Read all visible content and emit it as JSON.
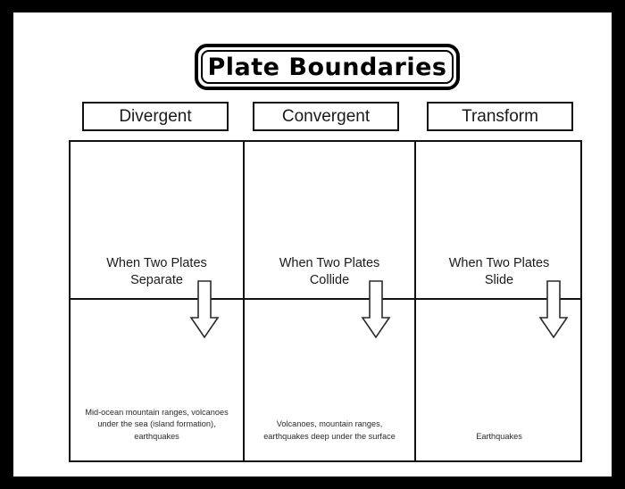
{
  "page": {
    "title": "Plate Boundaries",
    "border_color": "#000000",
    "paper_color": "#ffffff",
    "ink_color": "#111111"
  },
  "columns": [
    {
      "header": "Divergent",
      "middle": "When Two Plates Separate",
      "middle_line1": "When Two Plates",
      "middle_line2": "Separate",
      "bottom": "Mid-ocean mountain ranges, volcanoes under the sea (island formation), earthquakes",
      "arrow": "down-arrow-icon"
    },
    {
      "header": "Convergent",
      "middle": "When Two Plates Collide",
      "middle_line1": "When Two Plates",
      "middle_line2": "Collide",
      "bottom": "Volcanoes, mountain ranges, earthquakes deep under the surface",
      "arrow": "down-arrow-icon"
    },
    {
      "header": "Transform",
      "middle": "When Two Plates Slide",
      "middle_line1": "When Two Plates",
      "middle_line2": "Slide",
      "bottom": "Earthquakes",
      "arrow": "down-arrow-icon"
    }
  ]
}
